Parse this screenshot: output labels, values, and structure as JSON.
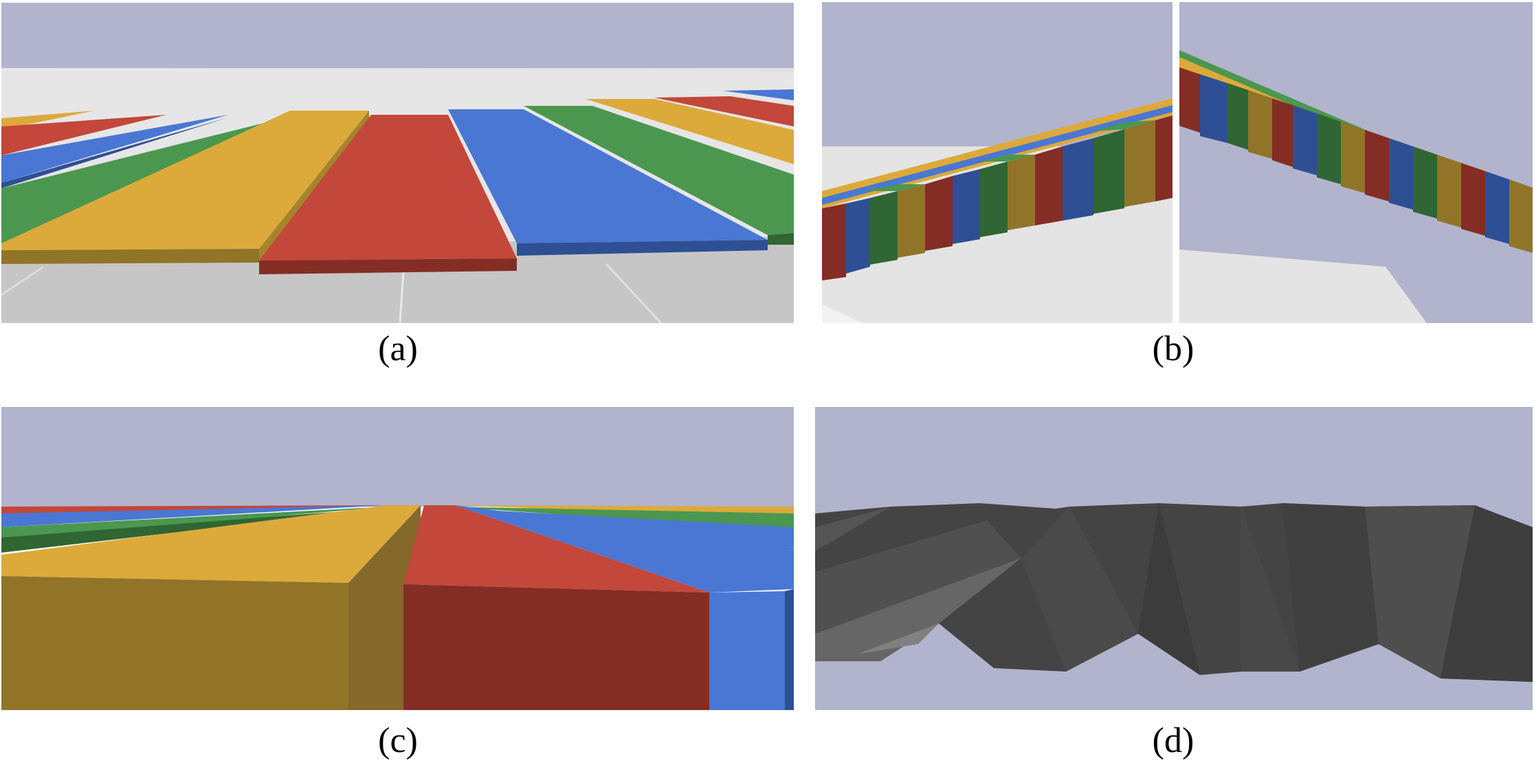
{
  "captions": {
    "a": "(a)",
    "b": "(b)",
    "c": "(c)",
    "d": "(d)"
  },
  "colors": {
    "sky": "#b2b4cd",
    "floor_light": "#e4e4e4",
    "floor_grey": "#c6c6c6",
    "yellow": "#dcaa3a",
    "yellow_side": "#917428",
    "red": "#c3473a",
    "red_side": "#842d25",
    "blue": "#4a77d3",
    "blue_side": "#2f4f94",
    "green": "#4b9750",
    "green_side": "#2f6633",
    "dark_surface": "#444444",
    "dark_surface_light": "#666666"
  }
}
